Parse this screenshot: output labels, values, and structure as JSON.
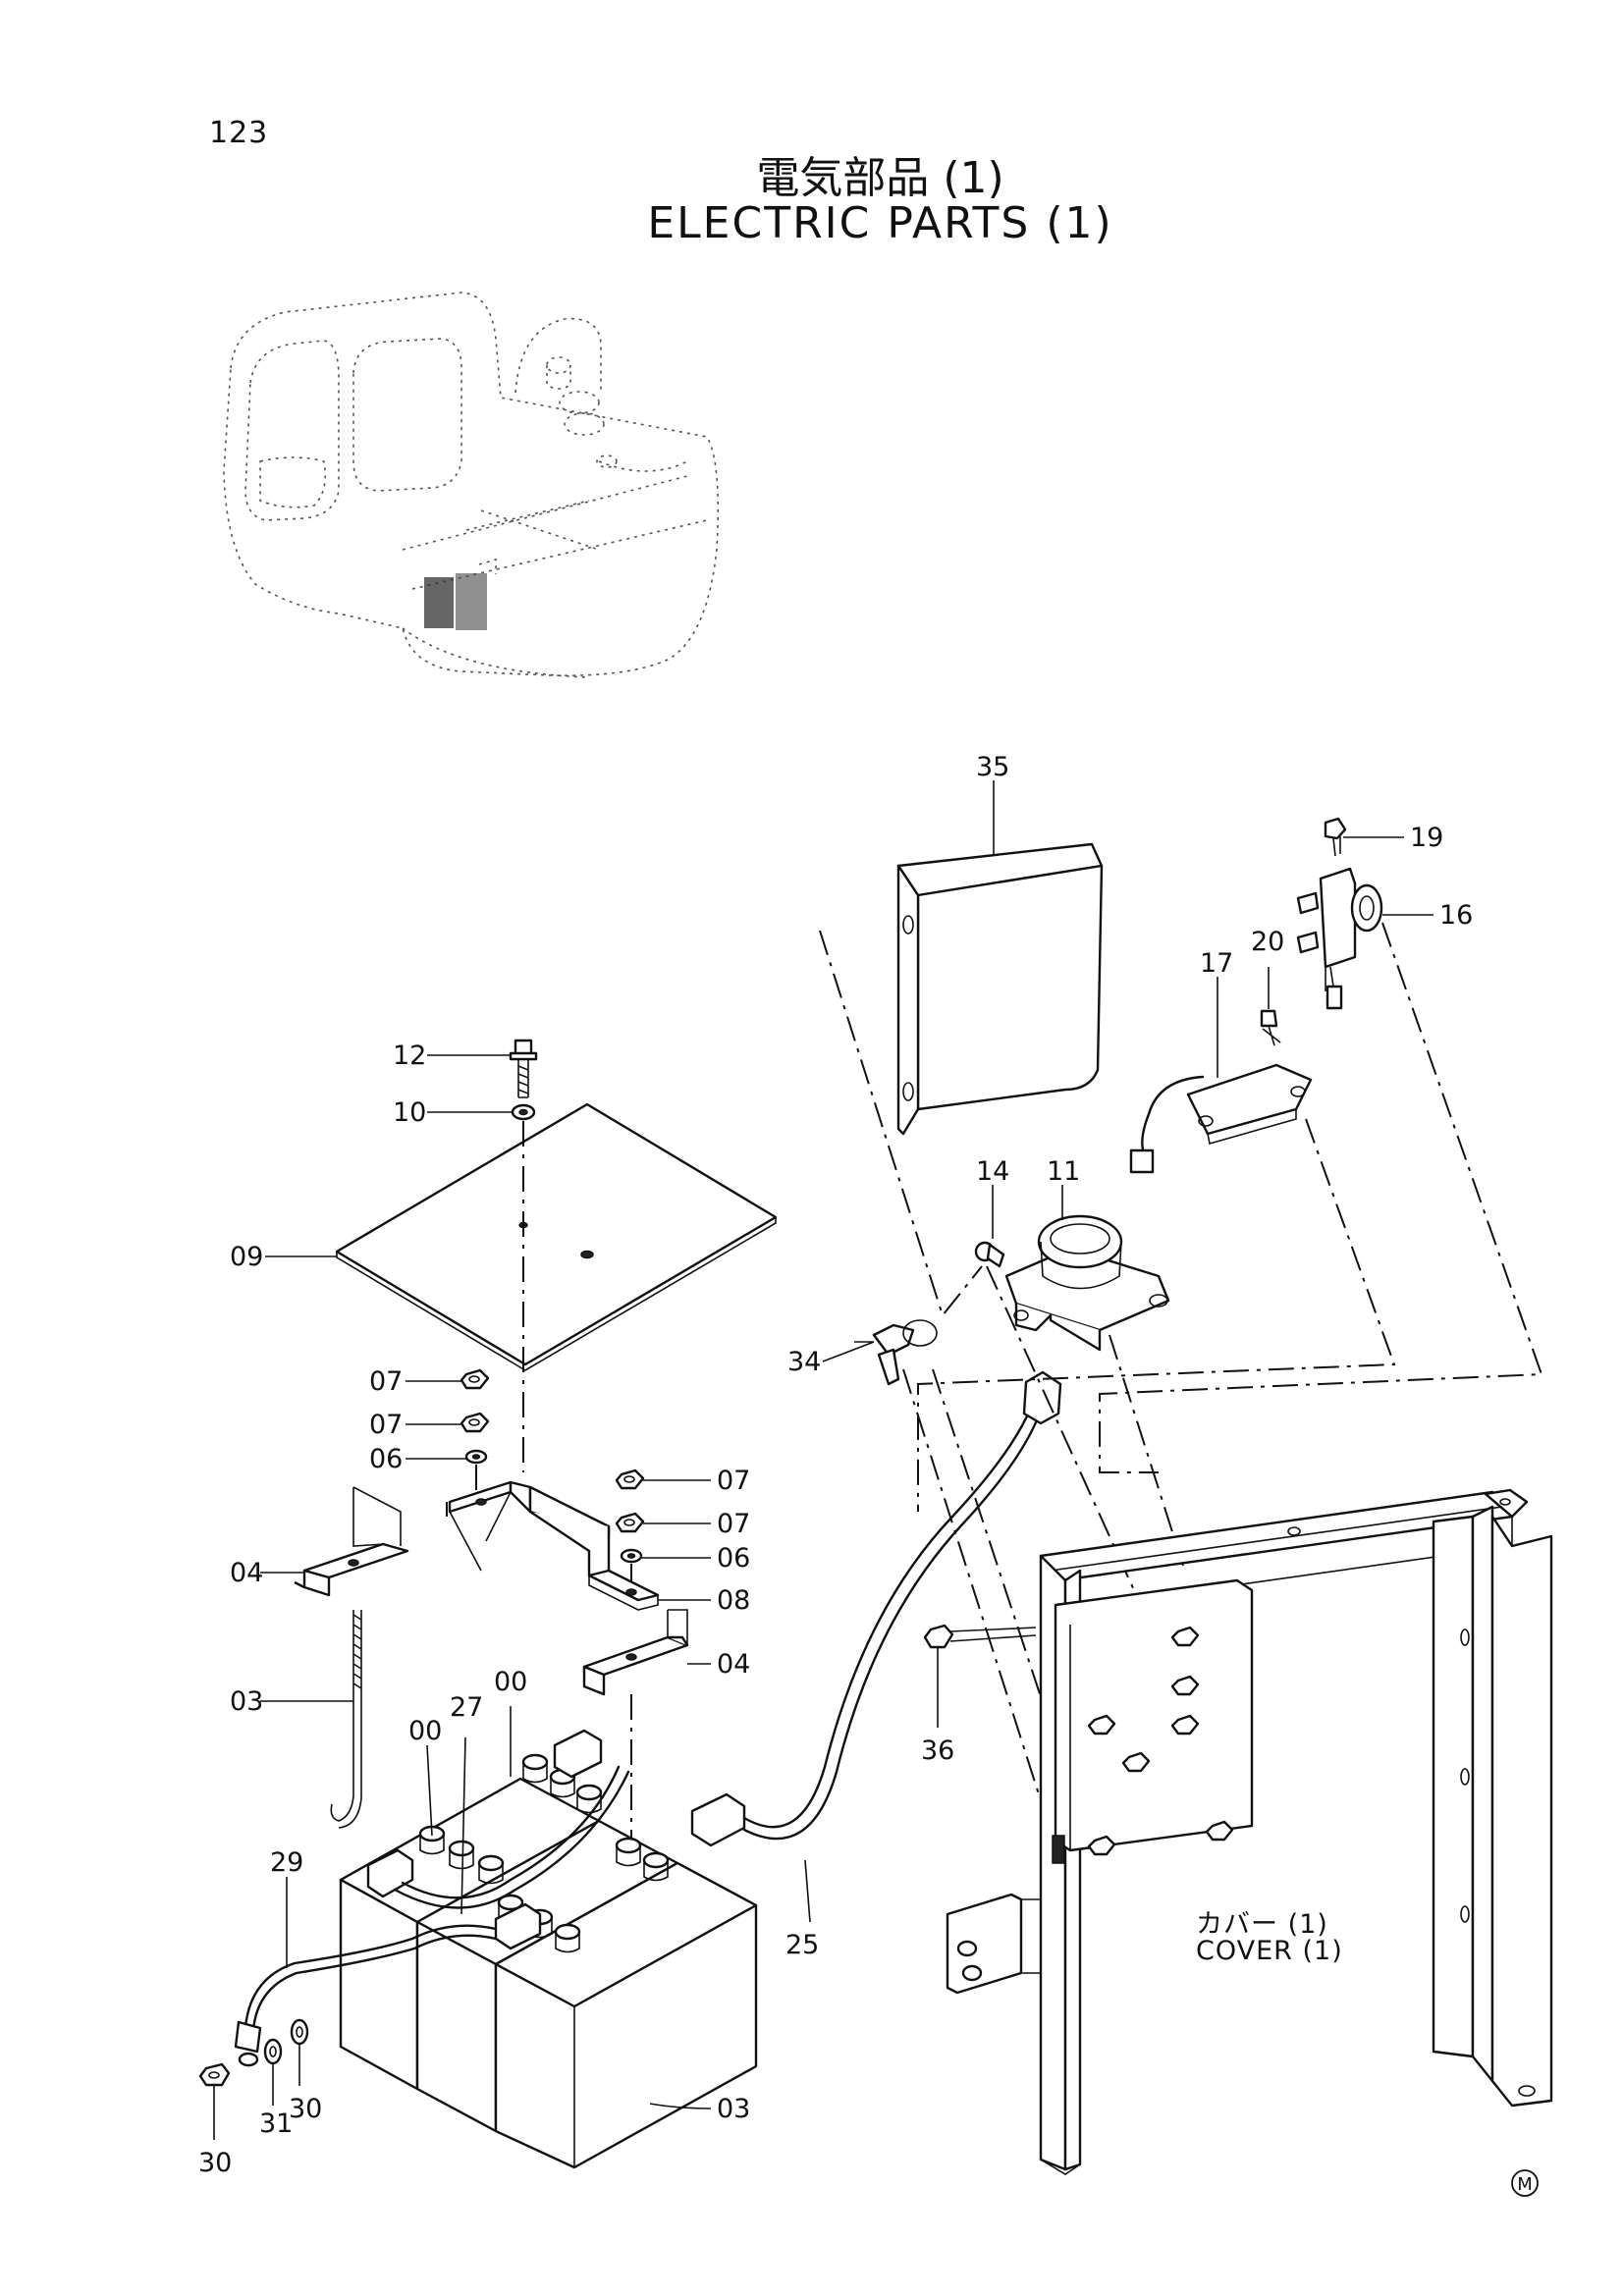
{
  "page_number": "123",
  "title_jp": "電気部品 (1)",
  "title_en": "ELECTRIC PARTS (1)",
  "note": {
    "jp": "カバー (1)",
    "en": "COVER (1)"
  },
  "mark": "M",
  "callouts": [
    {
      "id": "c35",
      "text": "35"
    },
    {
      "id": "c19",
      "text": "19"
    },
    {
      "id": "c16",
      "text": "16"
    },
    {
      "id": "c20",
      "text": "20"
    },
    {
      "id": "c17",
      "text": "17"
    },
    {
      "id": "c12",
      "text": "12"
    },
    {
      "id": "c10",
      "text": "10"
    },
    {
      "id": "c14",
      "text": "14"
    },
    {
      "id": "c11",
      "text": "11"
    },
    {
      "id": "c09",
      "text": "09"
    },
    {
      "id": "c34",
      "text": "34"
    },
    {
      "id": "c07a",
      "text": "07"
    },
    {
      "id": "c07b",
      "text": "07"
    },
    {
      "id": "c06a",
      "text": "06"
    },
    {
      "id": "c07c",
      "text": "07"
    },
    {
      "id": "c07d",
      "text": "07"
    },
    {
      "id": "c06b",
      "text": "06"
    },
    {
      "id": "c04a",
      "text": "04"
    },
    {
      "id": "c08",
      "text": "08"
    },
    {
      "id": "c04b",
      "text": "04"
    },
    {
      "id": "c36",
      "text": "36"
    },
    {
      "id": "c03a",
      "text": "03"
    },
    {
      "id": "c00a",
      "text": "00"
    },
    {
      "id": "c27",
      "text": "27"
    },
    {
      "id": "c00b",
      "text": "00"
    },
    {
      "id": "c29",
      "text": "29"
    },
    {
      "id": "c25",
      "text": "25"
    },
    {
      "id": "c31",
      "text": "31"
    },
    {
      "id": "c30a",
      "text": "30"
    },
    {
      "id": "c30b",
      "text": "30"
    },
    {
      "id": "c03b",
      "text": "03"
    }
  ]
}
